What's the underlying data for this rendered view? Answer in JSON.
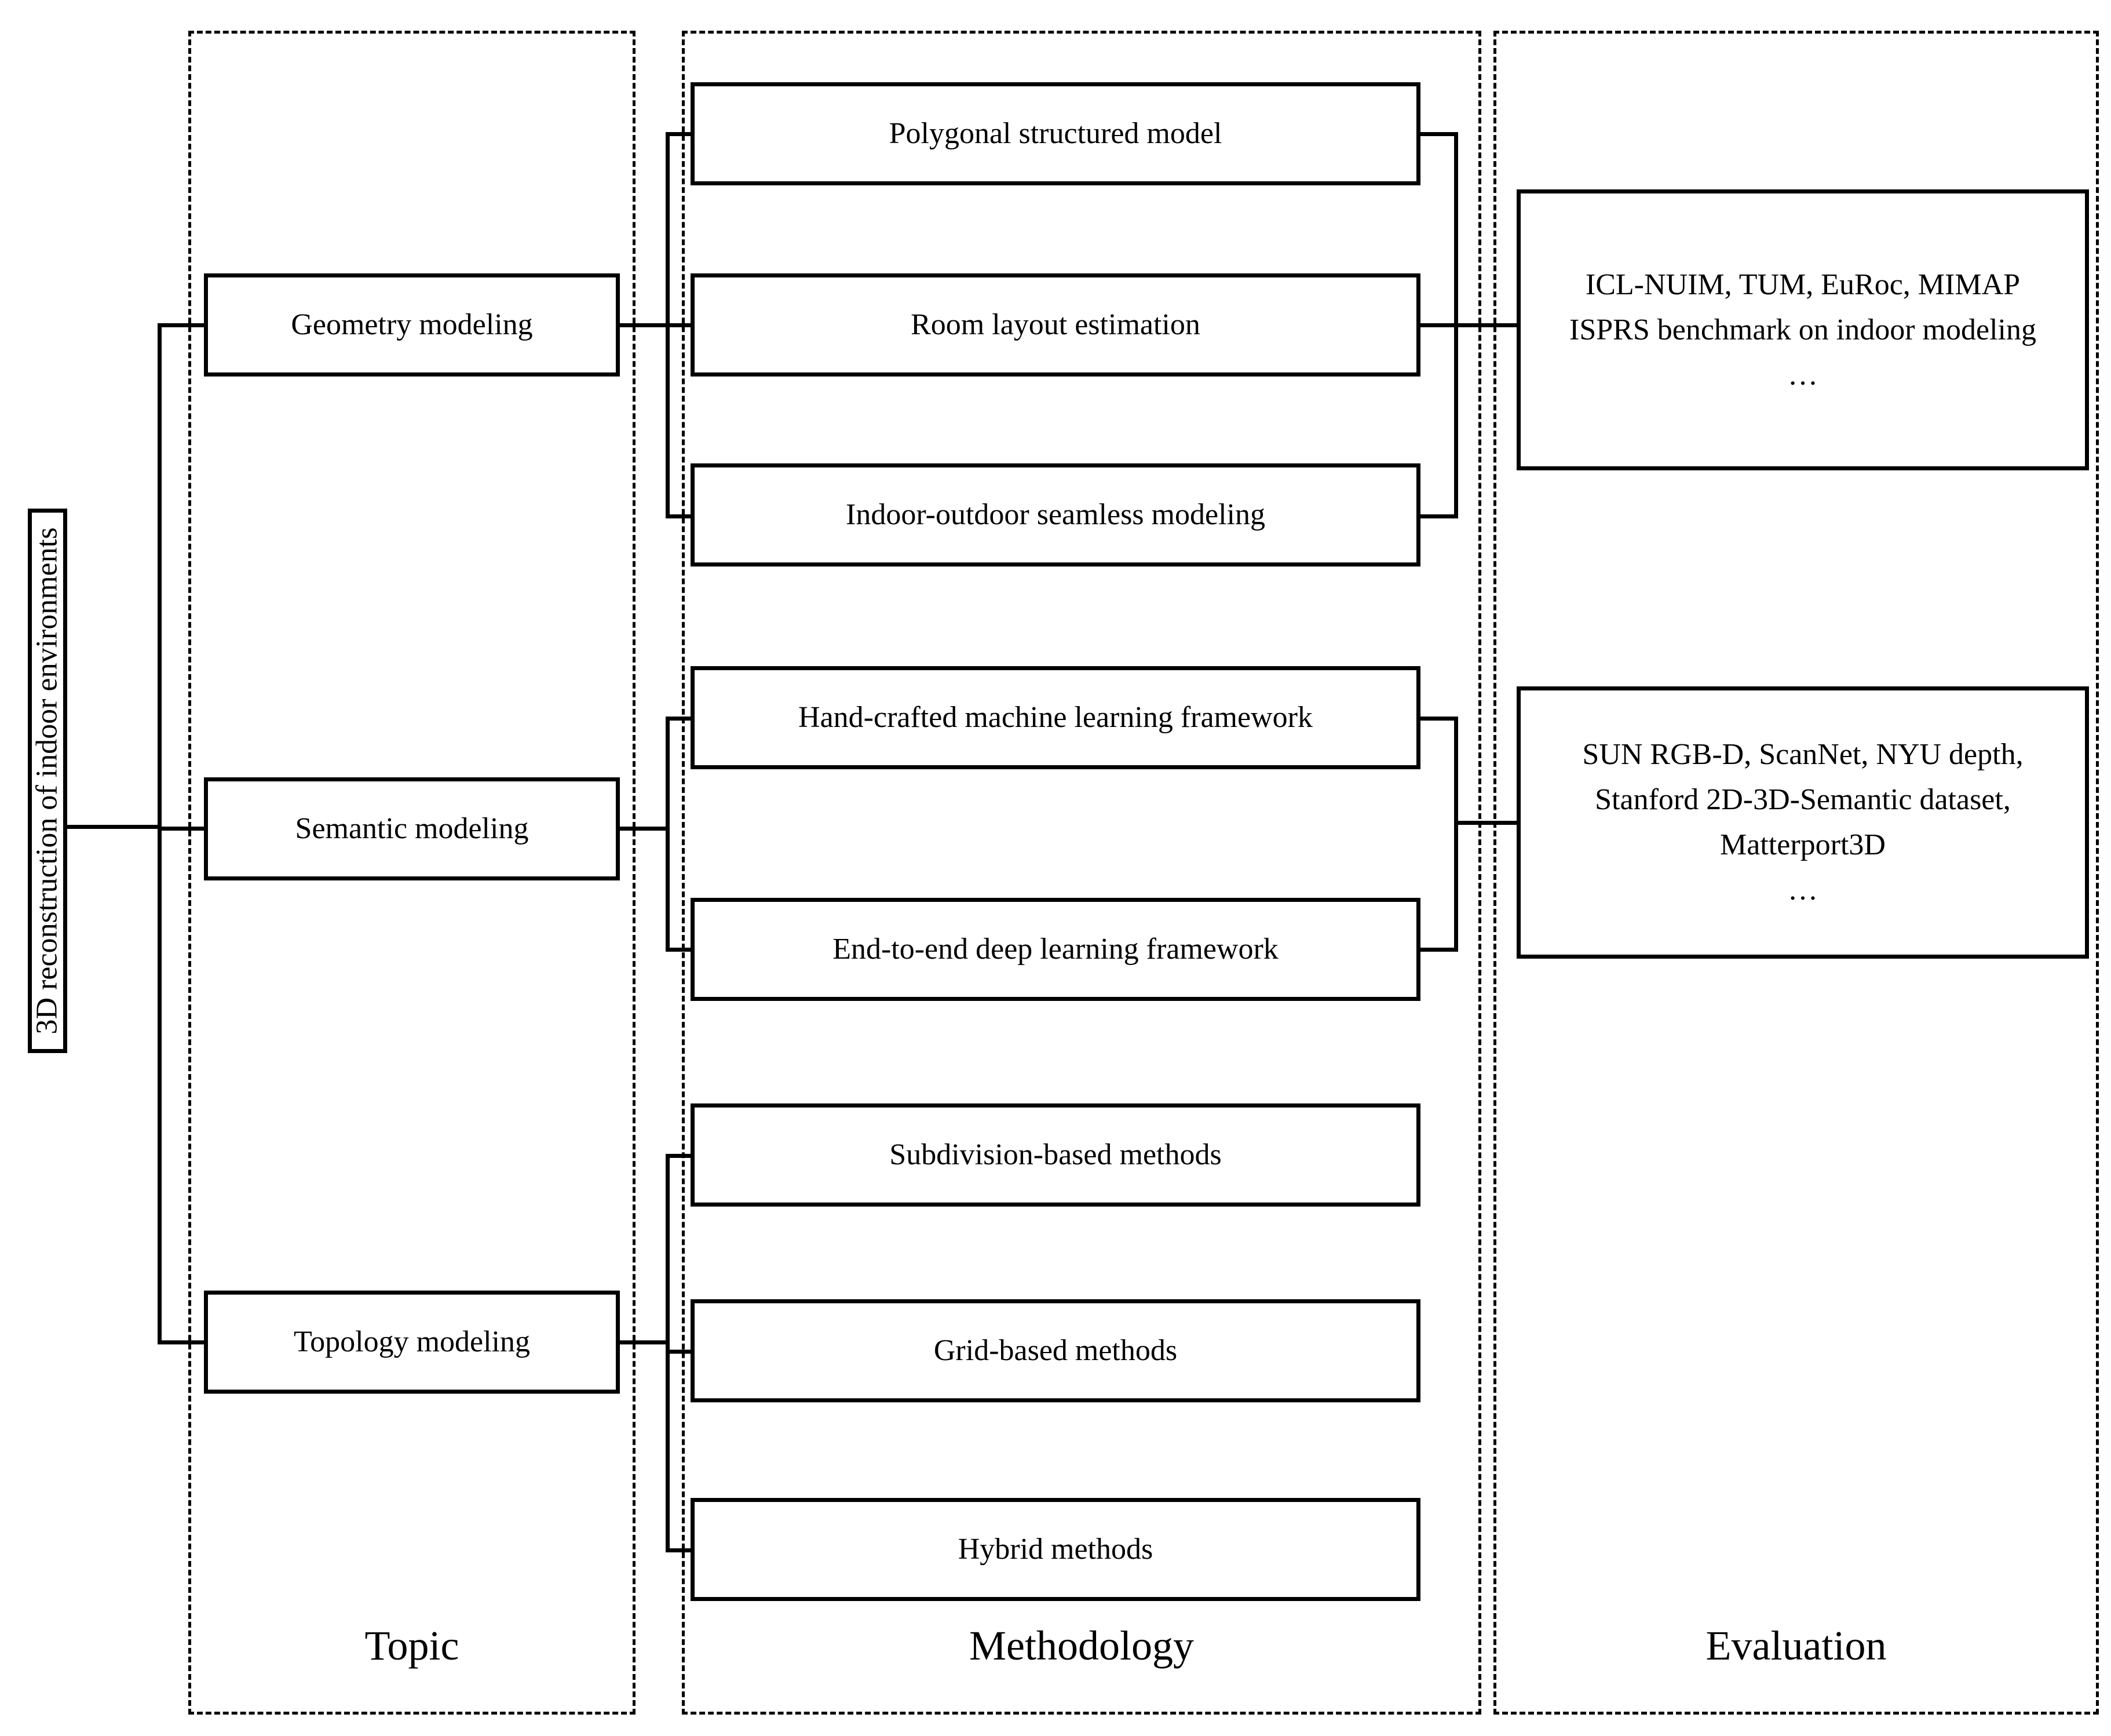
{
  "diagram": {
    "root": {
      "label": "3D reconstruction of indoor environments"
    },
    "columns": [
      {
        "key": "topic",
        "label": "Topic"
      },
      {
        "key": "methodology",
        "label": "Methodology"
      },
      {
        "key": "evaluation",
        "label": "Evaluation"
      }
    ],
    "topic_nodes": [
      {
        "label": "Geometry modeling"
      },
      {
        "label": "Semantic modeling"
      },
      {
        "label": "Topology modeling"
      }
    ],
    "methodology_nodes": [
      {
        "label": "Polygonal structured model"
      },
      {
        "label": "Room layout estimation"
      },
      {
        "label": "Indoor-outdoor seamless modeling"
      },
      {
        "label": "Hand-crafted machine learning framework"
      },
      {
        "label": "End-to-end deep learning framework"
      },
      {
        "label": "Subdivision-based methods"
      },
      {
        "label": "Grid-based methods"
      },
      {
        "label": "Hybrid methods"
      }
    ],
    "evaluation_nodes": [
      {
        "lines": [
          "ICL-NUIM, TUM, EuRoc, MIMAP",
          "ISPRS benchmark on indoor modeling",
          "…"
        ]
      },
      {
        "lines": [
          "SUN RGB-D, ScanNet, NYU depth,",
          "Stanford 2D-3D-Semantic dataset,",
          "Matterport3D",
          "…"
        ]
      }
    ],
    "colors": {
      "line": "#000000",
      "box_fill": "#ffffff",
      "background": "#ffffff",
      "text": "#000000"
    }
  }
}
